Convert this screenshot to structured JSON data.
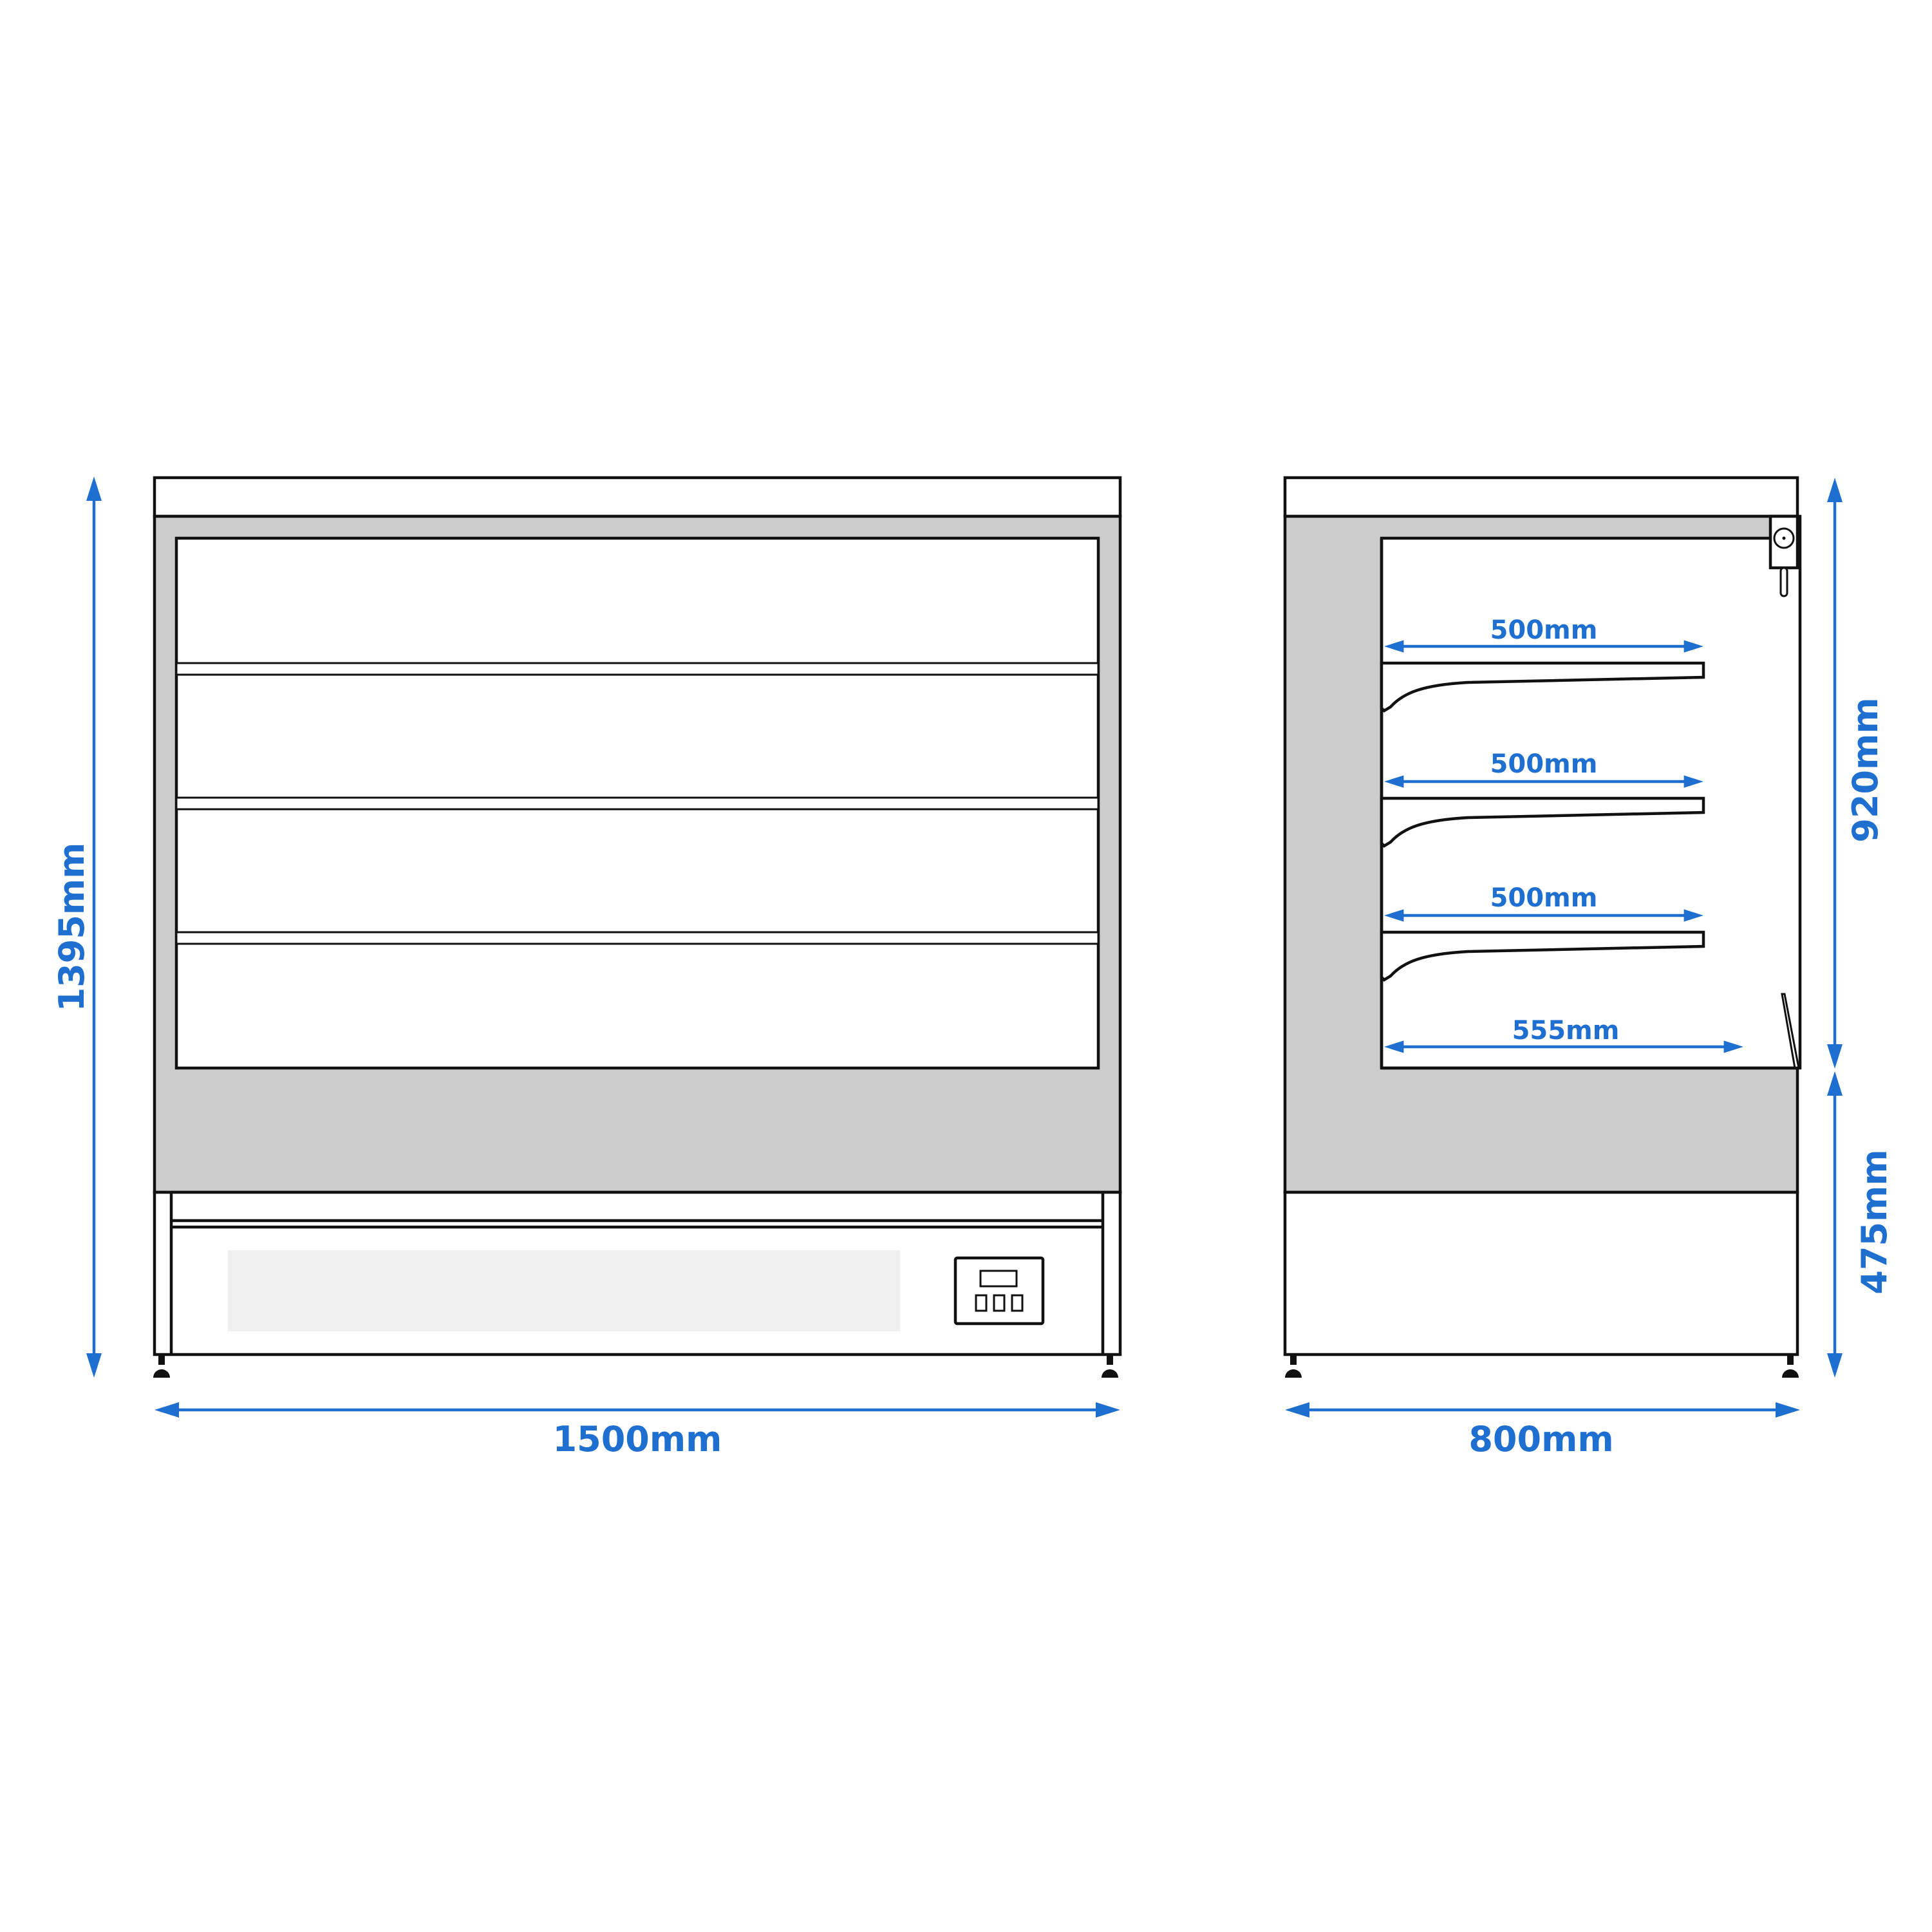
{
  "colors": {
    "dimension": "#1f6fd0",
    "outline": "#111111",
    "wall": "#cccccc",
    "panel": "#f0f0f0"
  },
  "front_view": {
    "height_label": "1395mm",
    "width_label": "1500mm",
    "shelf_count": 3,
    "control_panel": "control-panel-icon"
  },
  "side_view": {
    "depth_label": "800mm",
    "upper_height_label": "920mm",
    "lower_height_label": "475mm",
    "shelf_labels": [
      "500mm",
      "500mm",
      "500mm"
    ],
    "base_label": "555mm",
    "light_icon": "thermometer-icon"
  }
}
